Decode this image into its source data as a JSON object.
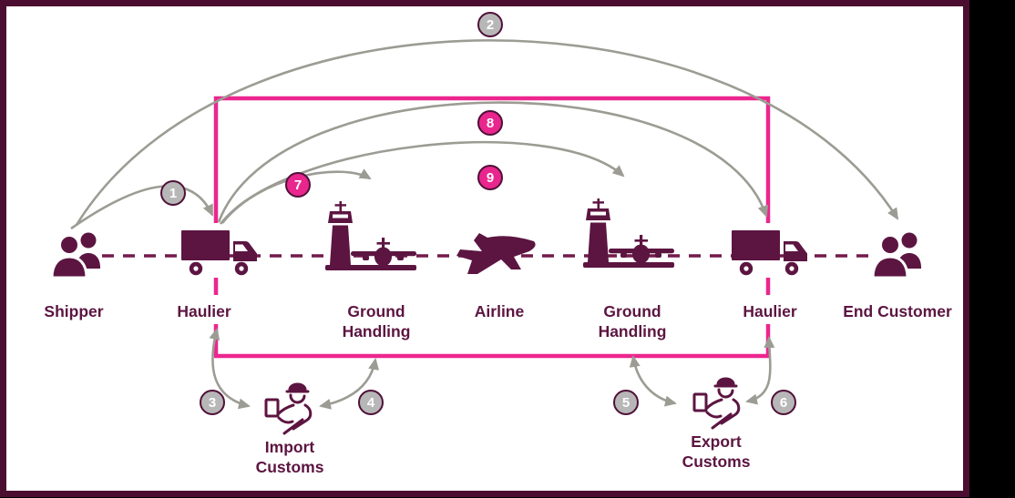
{
  "diagram": {
    "entities": [
      {
        "label": "Shipper"
      },
      {
        "label": "Haulier"
      },
      {
        "label": "Ground Handling"
      },
      {
        "label": "Airline"
      },
      {
        "label": "Ground Handling"
      },
      {
        "label": "Haulier"
      },
      {
        "label": "End Customer"
      }
    ],
    "customs": [
      {
        "label": "Import Customs"
      },
      {
        "label": "Export Customs"
      }
    ],
    "steps": [
      {
        "number": "1",
        "style": "gray"
      },
      {
        "number": "2",
        "style": "gray"
      },
      {
        "number": "3",
        "style": "gray"
      },
      {
        "number": "4",
        "style": "gray"
      },
      {
        "number": "5",
        "style": "gray"
      },
      {
        "number": "6",
        "style": "gray"
      },
      {
        "number": "7",
        "style": "pink"
      },
      {
        "number": "8",
        "style": "pink"
      },
      {
        "number": "9",
        "style": "pink"
      }
    ],
    "icons": [
      "people-icon",
      "truck-icon",
      "airport-tower-plane-icon",
      "airplane-departure-icon",
      "customs-officer-icon"
    ],
    "colors": {
      "maroon": "#5C1541",
      "frame_border": "#4B0E30",
      "pink": "#EC268E",
      "arrow_gray": "#9C9C94",
      "badge_gray": "#B7B7B7",
      "badge_pink": "#E9268D",
      "background": "#FFFFFF",
      "outer_background": "#000000"
    }
  }
}
